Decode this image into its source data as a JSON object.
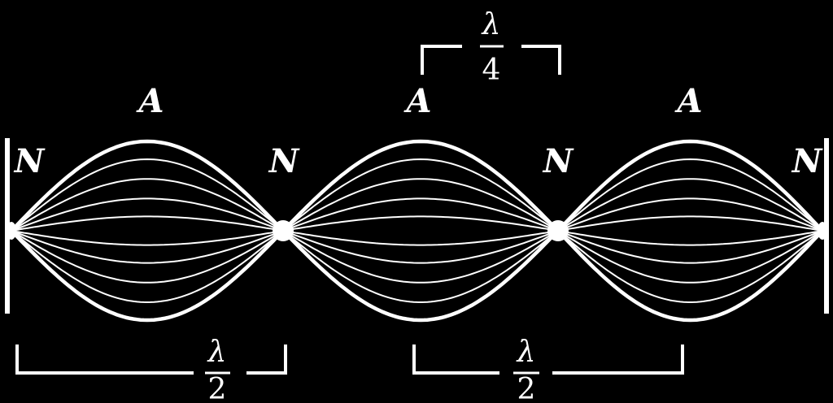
{
  "node_label": "N",
  "antinode_label": "A",
  "fractions": [
    {
      "numerator": "λ",
      "denominator": "4"
    },
    {
      "numerator": "λ",
      "denominator": "2"
    },
    {
      "numerator": "λ",
      "denominator": "2"
    }
  ],
  "colors": {
    "background": "#000000",
    "foreground": "#ffffff"
  }
}
